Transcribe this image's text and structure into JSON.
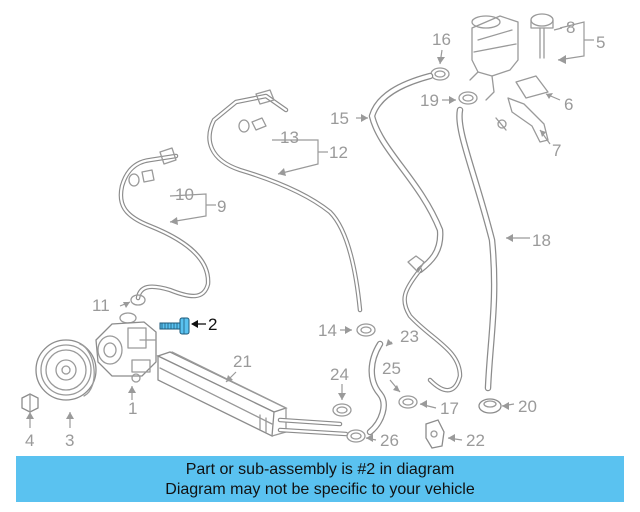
{
  "callouts": [
    "1",
    "2",
    "3",
    "4",
    "5",
    "6",
    "7",
    "8",
    "9",
    "10",
    "11",
    "12",
    "13",
    "14",
    "15",
    "16",
    "17",
    "18",
    "19",
    "20",
    "21",
    "22",
    "23",
    "24",
    "25",
    "26"
  ],
  "highlighted_part": "2",
  "banner": {
    "line1": "Part or sub-assembly is #2 in diagram",
    "line2": "Diagram may not be specific to your vehicle"
  },
  "colors": {
    "banner": "#5ac2f0",
    "line_art": "#9a9a9a",
    "highlight_part": "#5ac2f0",
    "highlight_text": "#111111"
  }
}
